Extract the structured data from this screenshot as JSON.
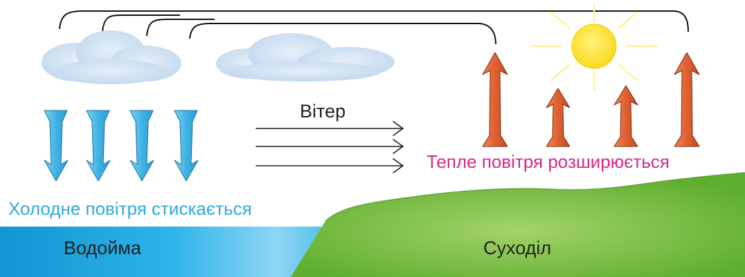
{
  "diagram": {
    "labels": {
      "wind": "Вітер",
      "warm_air": "Тепле повітря розширюється",
      "cold_air": "Холодне повітря стискається",
      "water_body": "Водойма",
      "land": "Суходіл"
    },
    "colors": {
      "cold_air_text": "#2fa9de",
      "warm_air_text": "#d22a86",
      "cold_arrow": "#4fbfe8",
      "warm_arrow": "#e4673c",
      "water": "#1aa6e2",
      "land": "#6cb936",
      "sun": "#ffe23a",
      "sun_rays": "#fff0a0",
      "cloud": "#cfe1f2"
    },
    "icons": [
      "cloud-icon",
      "sun-icon",
      "arrow-down-icon",
      "arrow-up-icon",
      "wind-arrow-icon"
    ]
  }
}
